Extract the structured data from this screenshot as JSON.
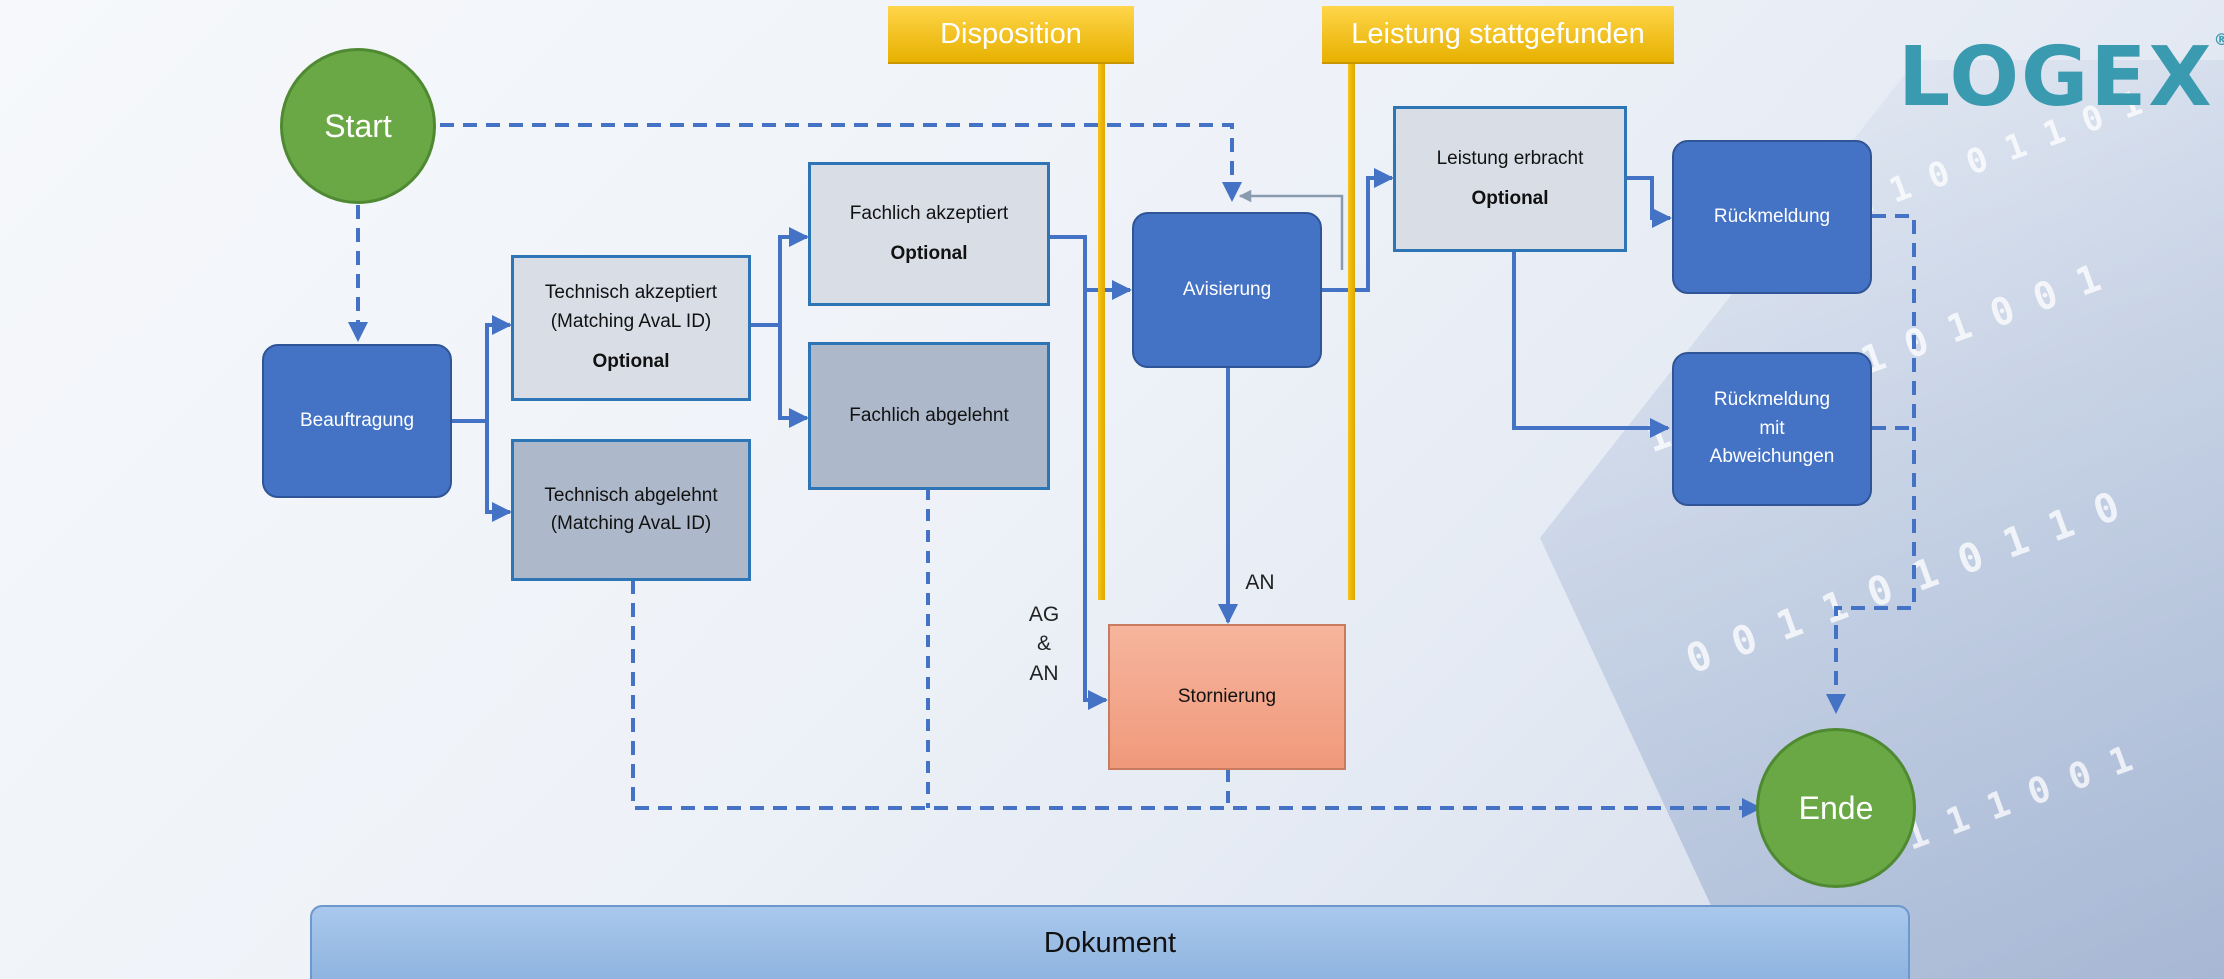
{
  "banners": {
    "disposition": "Disposition",
    "leistung": "Leistung stattgefunden"
  },
  "logo": {
    "text": "LOGEX",
    "mark": "®"
  },
  "nodes": {
    "start": "Start",
    "beauftragung": "Beauftragung",
    "tech_akzeptiert_1": "Technisch akzeptiert",
    "tech_akzeptiert_2": "(Matching AvaL ID)",
    "tech_akzeptiert_opt": "Optional",
    "tech_abgelehnt_1": "Technisch abgelehnt",
    "tech_abgelehnt_2": "(Matching AvaL ID)",
    "fach_akzeptiert": "Fachlich akzeptiert",
    "fach_akzeptiert_opt": "Optional",
    "fach_abgelehnt": "Fachlich abgelehnt",
    "avisierung": "Avisierung",
    "stornierung": "Stornierung",
    "leistung_erbracht": "Leistung erbracht",
    "leistung_erbracht_opt": "Optional",
    "rueckmeldung": "Rückmeldung",
    "rueckmeldung_abw_1": "Rückmeldung",
    "rueckmeldung_abw_2": "mit",
    "rueckmeldung_abw_3": "Abweichungen",
    "ende": "Ende"
  },
  "edge_labels": {
    "an": "AN",
    "ag_1": "AG",
    "ag_2": "&",
    "ag_3": "AN"
  },
  "footer": {
    "dokument": "Dokument"
  },
  "colors": {
    "start_end": "#6aa845",
    "process_blue": "#4472c4",
    "light_box": "#d9dee6",
    "grey_box": "#adb9ca",
    "storno": "#f0997b",
    "banner": "#f5c518",
    "line": "#4472c4"
  }
}
